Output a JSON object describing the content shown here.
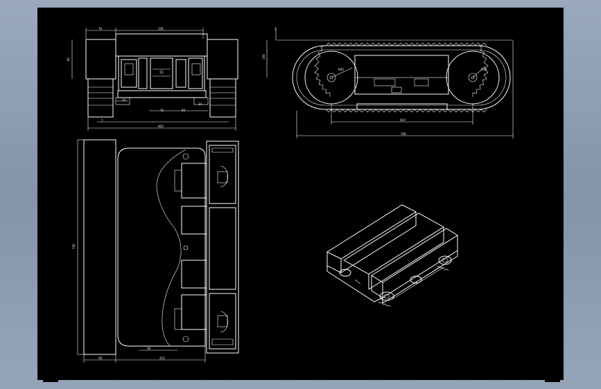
{
  "canvas": {
    "background": "#000000",
    "line_color": "#ffffff",
    "frame_color": "#8fa0b6"
  },
  "front_view": {
    "dims": {
      "top_left": "70",
      "top_mid": "230",
      "left_side": "82",
      "bot_a": "24",
      "bot_b": "72",
      "bot_c": "40",
      "bot_d": "14",
      "bot_e": "7",
      "overall": "403"
    }
  },
  "side_view": {
    "dims": {
      "height": "100",
      "small": "7",
      "radius_left": "R45",
      "radius_right": "R18",
      "center_span": "410",
      "overall": "700"
    }
  },
  "plan_view": {
    "dims": {
      "height": "740",
      "left_w": "50",
      "slot": "30",
      "body_w": "210"
    }
  },
  "iso_view": {}
}
